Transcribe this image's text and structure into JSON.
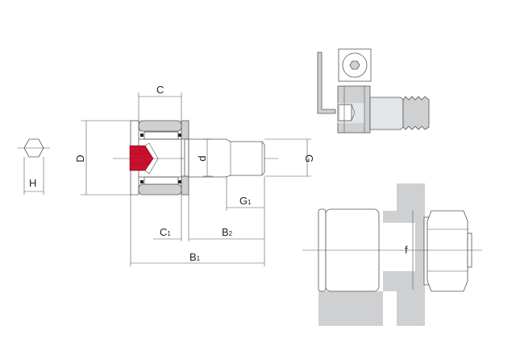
{
  "labels": {
    "H": "H",
    "C": "C",
    "D": "D",
    "d": "d",
    "G": "G",
    "G1_main": "G",
    "G1_sub": "1",
    "C1_main": "C",
    "C1_sub": "1",
    "B2_main": "B",
    "B2_sub": "2",
    "B1_main": "B",
    "B1_sub": "1",
    "f": "f"
  },
  "colors": {
    "accent": "#c8102e",
    "part_grey": "#cfd0d2"
  }
}
